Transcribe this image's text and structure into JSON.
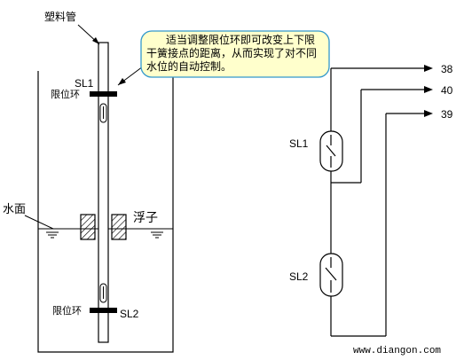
{
  "labels": {
    "pipe": "塑料管",
    "sl1": "SL1",
    "sl2": "SL2",
    "ring_top": "限位环",
    "ring_bottom": "限位环",
    "water_surface": "水面",
    "float": "浮子"
  },
  "callout": {
    "text": "适当调整限位环即可改变上下限干簧接点的距离，从而实现了对不同水位的自动控制。",
    "fill": "#ffffcc",
    "border": "#3399cc"
  },
  "circuit": {
    "sl1": "SL1",
    "sl2": "SL2",
    "terminals": [
      "38",
      "40",
      "39"
    ]
  },
  "watermark": "www.diangon.com",
  "colors": {
    "line": "#000000",
    "background": "#ffffff"
  }
}
